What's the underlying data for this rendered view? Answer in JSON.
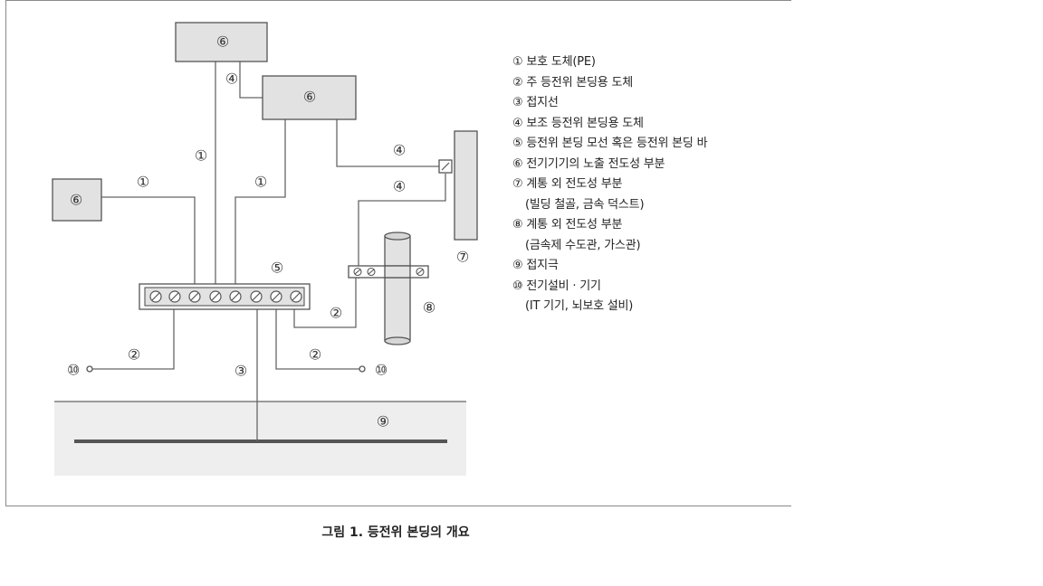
{
  "labels": {
    "equipment": "⑥",
    "pe": "①",
    "main_bonding": "②",
    "earthing": "③",
    "supp_bonding": "④",
    "bus_bar": "⑤",
    "ext_part_7": "⑦",
    "ext_part_8": "⑧",
    "electrode": "⑨",
    "device": "⑩"
  },
  "legend": [
    "① 보호 도체(PE)",
    "② 주 등전위 본딩용 도체",
    "③ 접지선",
    "④ 보조 등전위 본딩용 도체",
    "⑤ 등전위 본딩 모선 혹은 등전위 본딩 바",
    "⑥ 전기기기의 노출 전도성 부분",
    "⑦ 계통 외 전도성 부분",
    "(빌딩 철골, 금속 덕스트)",
    "⑧ 계통 외 전도성 부분",
    "(금속제 수도관, 가스관)",
    "⑨ 접지극",
    "⑩ 전기설비 · 기기",
    "(IT 기기, 뇌보호 설비)"
  ],
  "caption": "그림 1. 등전위 본딩의 개요",
  "colors": {
    "box_fill": "#e2e2e2",
    "line": "#555555",
    "ground": "#eeeeee",
    "electrode": "#555555"
  }
}
